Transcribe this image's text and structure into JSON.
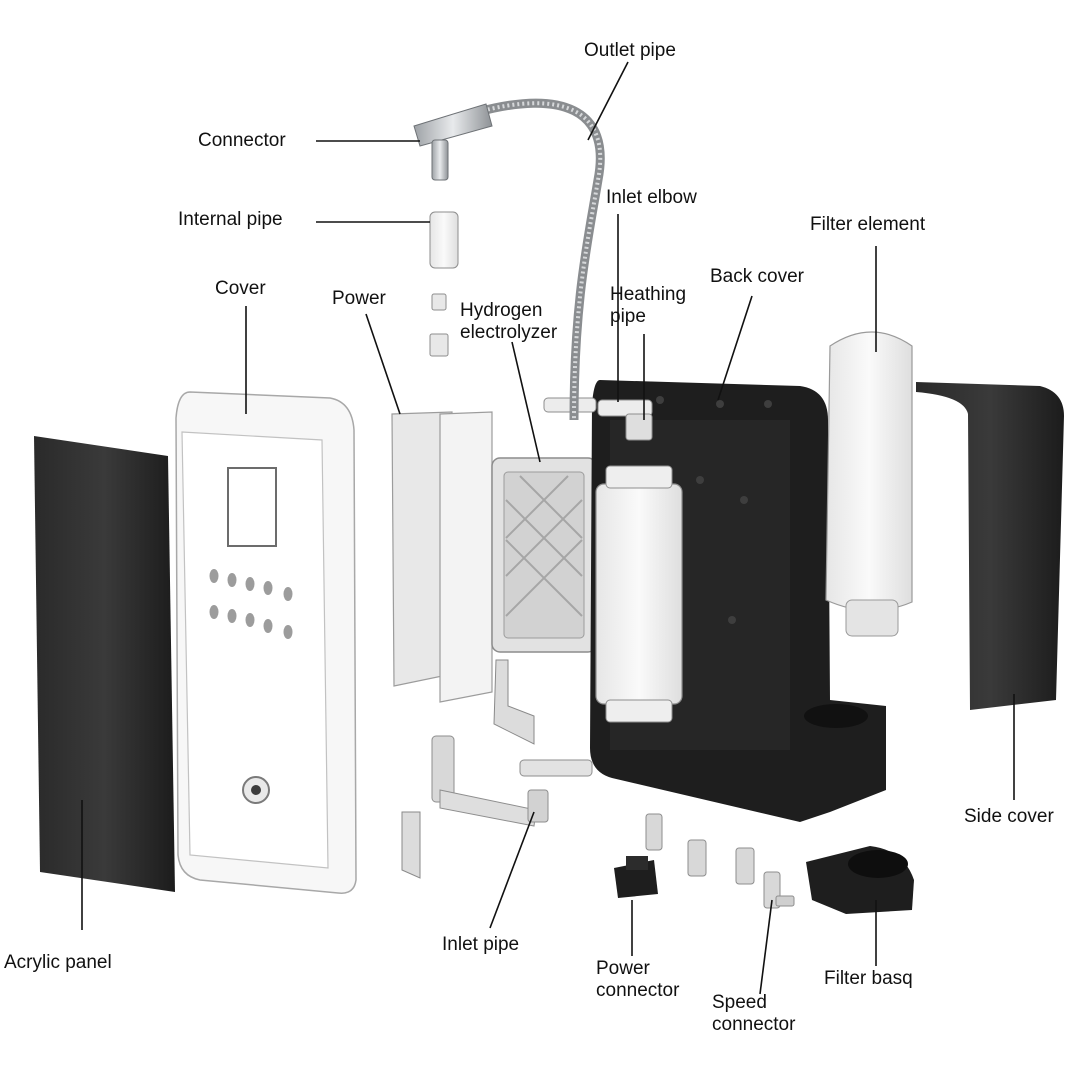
{
  "diagram": {
    "labels": {
      "outlet_pipe": "Outlet pipe",
      "connector": "Connector",
      "internal_pipe": "Internal pipe",
      "inlet_elbow": "Inlet elbow",
      "filter_element": "Filter element",
      "cover": "Cover",
      "power": "Power",
      "hydrogen_electrolyzer_line1": "Hydrogen",
      "hydrogen_electrolyzer_line2": "electrolyzer",
      "heathing_pipe_line1": "Heathing",
      "heathing_pipe_line2": "pipe",
      "back_cover": "Back cover",
      "side_cover": "Side cover",
      "acrylic_panel": "Acrylic panel",
      "inlet_pipe": "Inlet pipe",
      "power_connector_line1": "Power",
      "power_connector_line2": "connector",
      "speed_connector_line1": "Speed",
      "speed_connector_line2": "connector",
      "filter_basq": "Filter basq"
    },
    "colors": {
      "text": "#111111",
      "leader_line": "#111111",
      "dark_part": "#1e1e1e",
      "white_part": "#f4f4f4",
      "part_outline": "#9a9a9a",
      "metal": "#c4c7cb"
    }
  }
}
